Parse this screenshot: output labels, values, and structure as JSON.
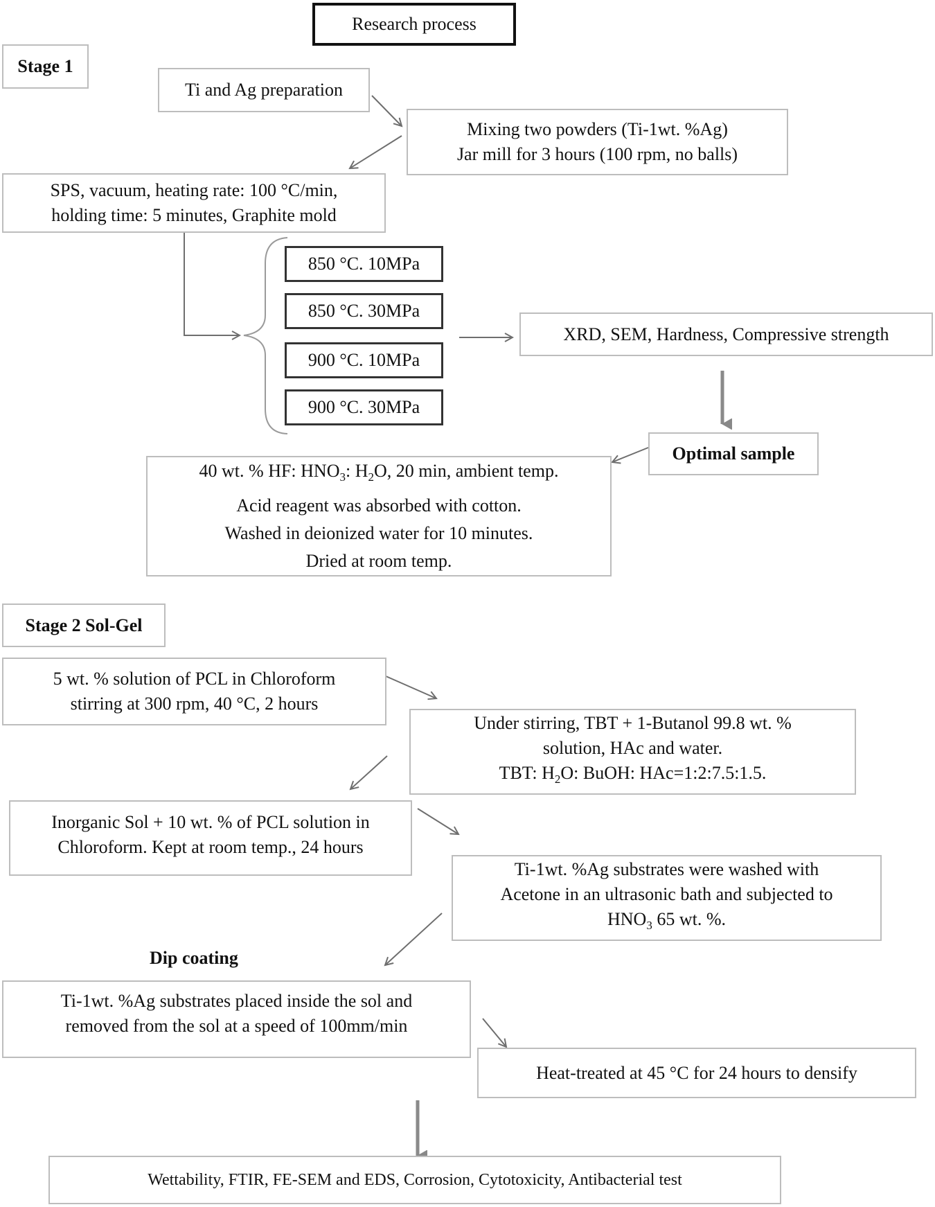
{
  "title": "Research process",
  "stage1": {
    "label": "Stage 1",
    "prep": "Ti and Ag preparation",
    "mixing": [
      "Mixing two powders (Ti-1wt. %Ag)",
      "Jar mill for 3 hours (100 rpm, no balls)"
    ],
    "sps": [
      "SPS, vacuum, heating rate: 100 °C/min,",
      "holding time: 5 minutes, Graphite mold"
    ],
    "conditions": [
      "850 °C. 10MPa",
      "850 °C. 30MPa",
      "900 °C. 10MPa",
      "900 °C. 30MPa"
    ],
    "tests": "XRD, SEM, Hardness, Compressive strength",
    "optimal": "Optimal sample",
    "etching": {
      "line1_pre": "40 wt. % HF: HNO",
      "line1_sub1": "3",
      "line1_mid": ": H",
      "line1_sub2": "2",
      "line1_post": "O, 20 min, ambient temp.",
      "line2": "Acid reagent was absorbed with cotton.",
      "line3": "Washed in deionized water for 10 minutes.",
      "line4": "Dried at room temp."
    }
  },
  "stage2": {
    "label": "Stage 2 Sol-Gel",
    "pcl": [
      "5 wt. % solution of PCL in Chloroform",
      "stirring at 300 rpm, 40 °C, 2 hours"
    ],
    "tbt": {
      "line1": "Under stirring, TBT + 1-Butanol 99.8 wt. %",
      "line2": "solution, HAc and water.",
      "line3_pre": "TBT: H",
      "line3_sub": "2",
      "line3_post": "O: BuOH: HAc=1:2:7.5:1.5."
    },
    "inorganic": [
      "Inorganic Sol + 10 wt. % of PCL solution in",
      "Chloroform. Kept at room temp., 24 hours"
    ],
    "substrate": {
      "line1": "Ti-1wt. %Ag substrates were washed with",
      "line2": "Acetone in an ultrasonic bath and subjected to",
      "line3_pre": "HNO",
      "line3_sub": "3",
      "line3_post": " 65 wt. %."
    },
    "dip_label": "Dip coating",
    "dip": [
      "Ti-1wt. %Ag substrates placed inside the sol and",
      "removed from the sol at a speed of 100mm/min"
    ],
    "heat": "Heat-treated at 45 °C for 24 hours to densify",
    "final_tests": "Wettability, FTIR, FE-SEM and EDS, Corrosion, Cytotoxicity, Antibacterial test"
  }
}
